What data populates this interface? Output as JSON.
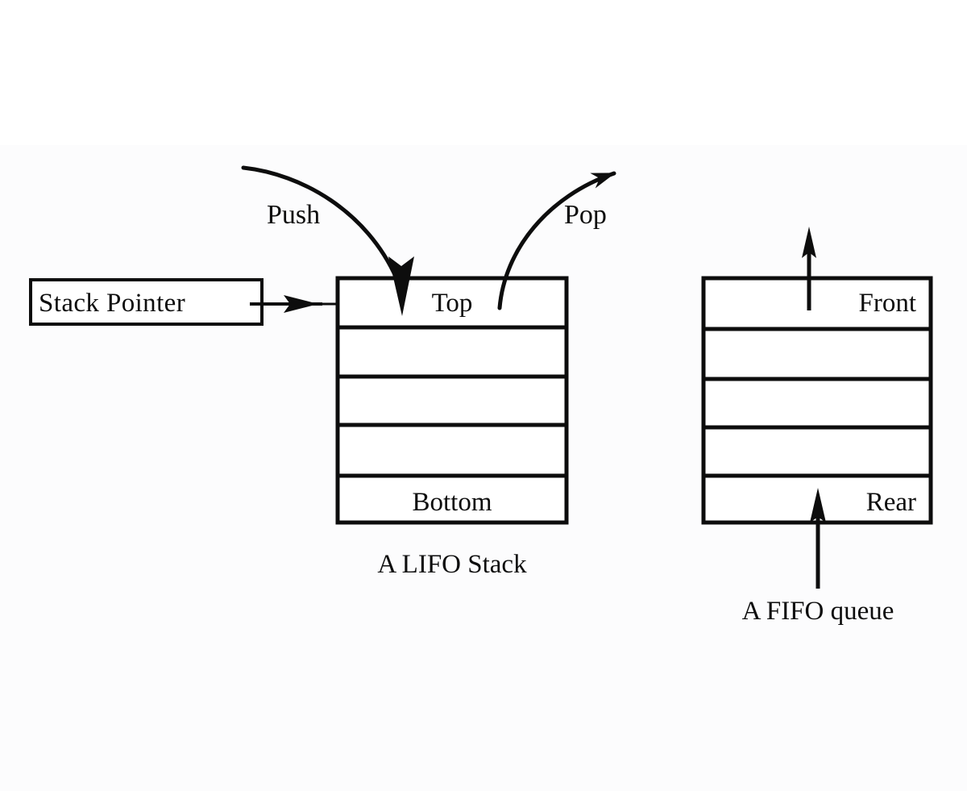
{
  "figure": {
    "title_stack": "A LIFO Stack",
    "title_queue": "A FIFO queue",
    "background_color": "#ffffff",
    "stroke_color": "#0d0d0d"
  },
  "stack_pointer": {
    "label": "Stack Pointer",
    "arrow_name": "stack-pointer-arrow"
  },
  "stack": {
    "caption": "A LIFO Stack",
    "cell_count": 5,
    "cells": [
      {
        "label": "Top"
      },
      {
        "label": ""
      },
      {
        "label": ""
      },
      {
        "label": ""
      },
      {
        "label": "Bottom"
      }
    ],
    "operations": [
      {
        "name": "push",
        "label": "Push",
        "direction": "into-top"
      },
      {
        "name": "pop",
        "label": "Pop",
        "direction": "out-of-top"
      }
    ]
  },
  "queue": {
    "caption": "A FIFO queue",
    "cell_count": 5,
    "cells": [
      {
        "label": "Front"
      },
      {
        "label": ""
      },
      {
        "label": ""
      },
      {
        "label": ""
      },
      {
        "label": "Rear"
      }
    ],
    "markers": [
      {
        "name": "front-arrow",
        "label": "Front",
        "direction": "up-out"
      },
      {
        "name": "rear-arrow",
        "label": "Rear",
        "direction": "up-in"
      }
    ]
  }
}
